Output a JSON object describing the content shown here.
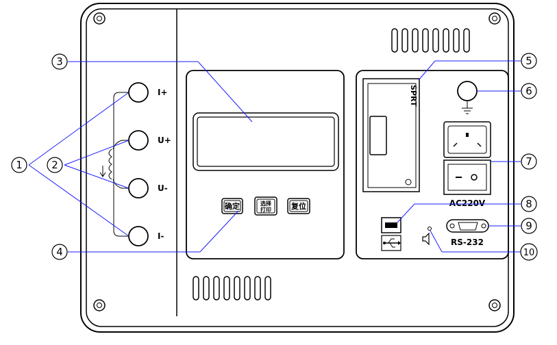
{
  "terminals": {
    "i_plus": "I+",
    "u_plus": "U+",
    "u_minus": "U-",
    "i_minus": "I-"
  },
  "buttons": {
    "confirm": "确定",
    "select_print_top": "选择",
    "select_print_bottom": "打印",
    "reset": "复位"
  },
  "printer": {
    "label": "SPRT"
  },
  "power": {
    "label": "AC220V"
  },
  "serial": {
    "label": "RS-232"
  },
  "callouts": [
    "1",
    "2",
    "3",
    "4",
    "5",
    "6",
    "7",
    "8",
    "9",
    "10"
  ],
  "colors": {
    "outline": "#000000",
    "callout_line": "#1a1aff",
    "panel": "#ffffff"
  }
}
